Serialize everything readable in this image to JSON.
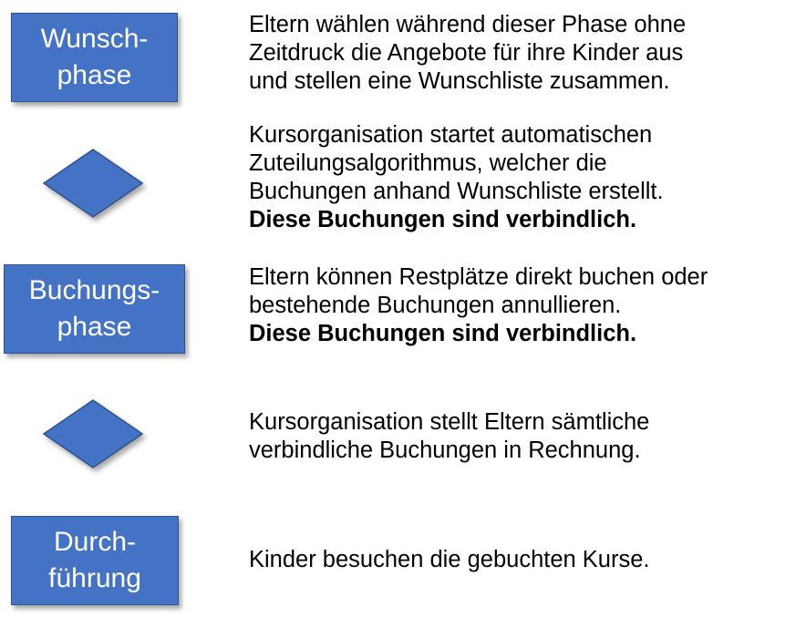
{
  "colors": {
    "box_fill": "#4472c4",
    "box_border": "#2f528f",
    "box_text": "#ffffff",
    "body_text": "#000000"
  },
  "steps": [
    {
      "kind": "box",
      "label_lines": [
        "Wunsch-",
        "phase"
      ],
      "text_lines": [
        "Eltern wählen während dieser Phase ohne",
        "Zeitdruck die Angebote für ihre Kinder aus",
        "und stellen eine Wunschliste zusammen."
      ],
      "bold_line": ""
    },
    {
      "kind": "diamond",
      "text_lines": [
        "Kursorganisation startet automatischen",
        "Zuteilungsalgorithmus, welcher die",
        "Buchungen anhand Wunschliste erstellt."
      ],
      "bold_line": "Diese Buchungen sind verbindlich."
    },
    {
      "kind": "box",
      "label_lines": [
        "Buchungs-",
        "phase"
      ],
      "text_lines": [
        "Eltern können Restplätze direkt buchen oder",
        "bestehende Buchungen annullieren."
      ],
      "bold_line": "Diese Buchungen sind verbindlich."
    },
    {
      "kind": "diamond",
      "text_lines": [
        "Kursorganisation stellt Eltern sämtliche",
        "verbindliche Buchungen in Rechnung."
      ],
      "bold_line": ""
    },
    {
      "kind": "box",
      "label_lines": [
        "Durch-",
        "führung"
      ],
      "text_lines": [
        "Kinder besuchen die gebuchten Kurse."
      ],
      "bold_line": ""
    }
  ]
}
